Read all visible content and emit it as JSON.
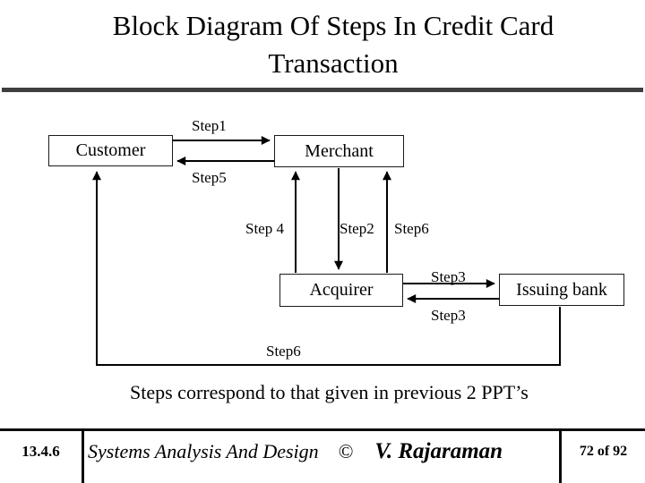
{
  "title": {
    "line1": "Block Diagram Of Steps In Credit Card",
    "line2": "Transaction"
  },
  "diagram": {
    "boxes": {
      "customer": "Customer",
      "merchant": "Merchant",
      "acquirer": "Acquirer",
      "issuing_bank": "Issuing bank"
    },
    "steps": {
      "step1": "Step1",
      "step5": "Step5",
      "step4": "Step 4",
      "step2": "Step2",
      "step6_mid": "Step6",
      "step3_top": "Step3",
      "step3_bottom": "Step3",
      "step6_bottom": "Step6"
    },
    "edges": [
      {
        "from": "Customer",
        "to": "Merchant",
        "label": "Step1"
      },
      {
        "from": "Merchant",
        "to": "Customer",
        "label": "Step5"
      },
      {
        "from": "Acquirer",
        "to": "Merchant",
        "label": "Step 4"
      },
      {
        "from": "Merchant",
        "to": "Acquirer",
        "label": "Step2"
      },
      {
        "from": "Acquirer",
        "to": "Merchant",
        "label": "Step6"
      },
      {
        "from": "Acquirer",
        "to": "Issuing bank",
        "label": "Step3"
      },
      {
        "from": "Issuing bank",
        "to": "Acquirer",
        "label": "Step3"
      },
      {
        "from": "Issuing bank",
        "to": "Customer",
        "label": "Step6"
      }
    ]
  },
  "caption": "Steps correspond to that given in previous 2 PPT’s",
  "footer": {
    "section": "13.4.6",
    "book": "Systems Analysis And Design",
    "copyright": "©",
    "author": "V. Rajaraman",
    "page": "72 of 92"
  },
  "colors": {
    "background": "#ffffff",
    "text": "#000000",
    "title_rule": "#3f3f3f",
    "wire": "#000000"
  }
}
